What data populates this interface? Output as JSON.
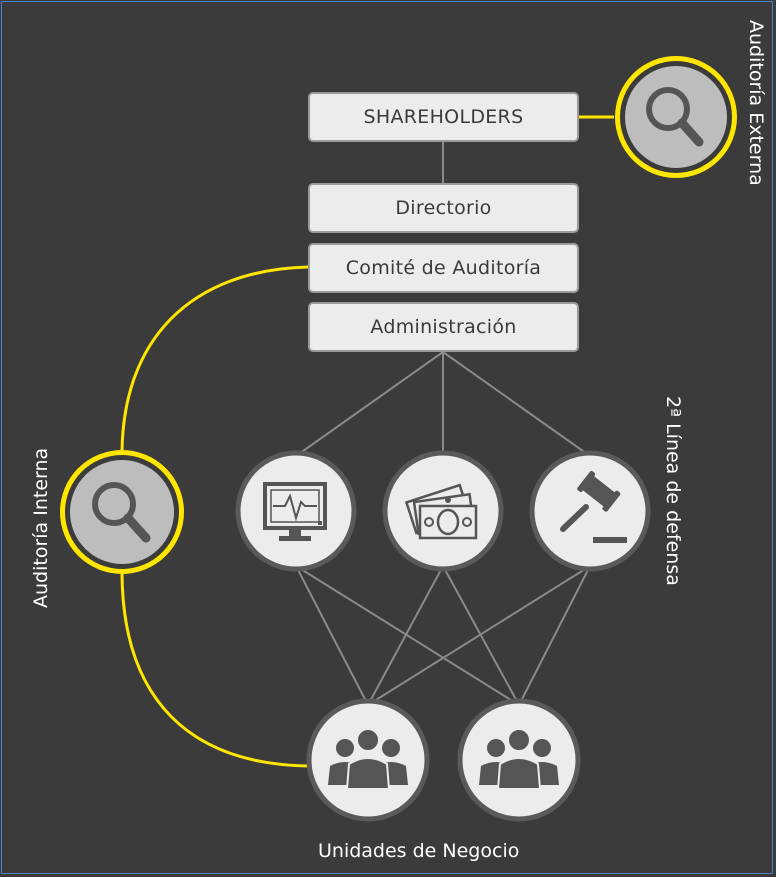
{
  "diagram": {
    "boxes": {
      "shareholders": "SHAREHOLDERS",
      "directorio": "Directorio",
      "comite": "Comité de Auditoría",
      "administracion": "Administración"
    },
    "labels": {
      "auditoria_externa": "Auditoría Externa",
      "auditoria_interna": "Auditoría Interna",
      "segunda_linea": "2ª Línea de defensa",
      "unidades": "Unidades de Negocio"
    },
    "icons": {
      "external_audit": "magnifier-icon",
      "internal_audit": "magnifier-icon",
      "second_line": [
        "monitor-icon",
        "money-icon",
        "gavel-icon"
      ],
      "business_units": [
        "people-group-icon",
        "people-group-icon"
      ]
    },
    "colors": {
      "background": "#3b3b3b",
      "accent": "#ffe600",
      "box_fill": "#ececec",
      "connector": "#9a9a9a"
    }
  }
}
